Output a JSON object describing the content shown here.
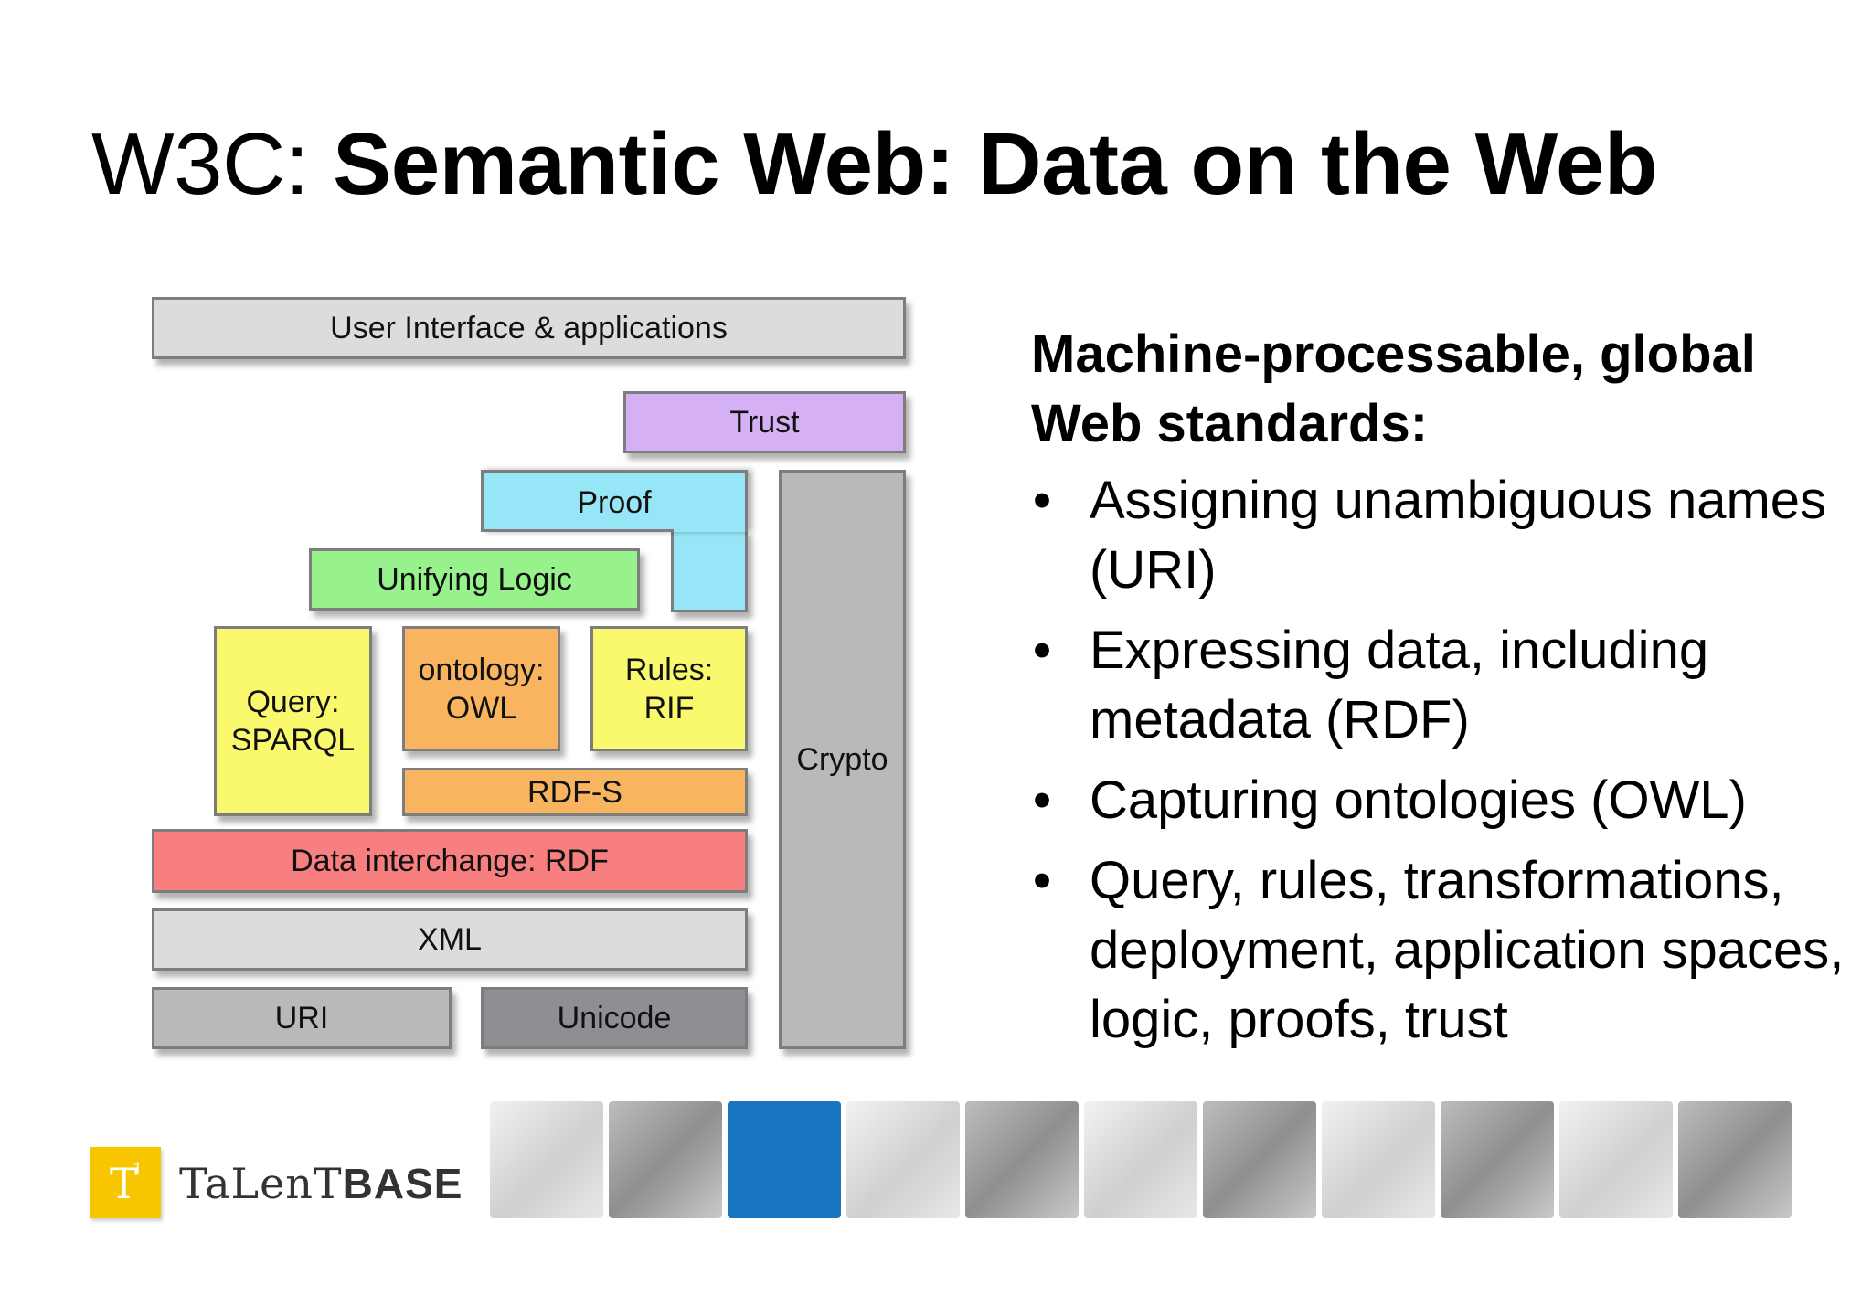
{
  "title": {
    "prefix": "W3C: ",
    "main": "Semantic Web: Data on the Web"
  },
  "stack": {
    "user_interface": "User Interface & applications",
    "trust": "Trust",
    "proof": "Proof",
    "unifying_logic": "Unifying Logic",
    "query": "Query:\nSPARQL",
    "ontology": "ontology:\nOWL",
    "rules": "Rules:\nRIF",
    "rdfs": "RDF-S",
    "rdf": "Data interchange: RDF",
    "xml": "XML",
    "uri": "URI",
    "unicode": "Unicode",
    "crypto": "Crypto"
  },
  "colors": {
    "grey_light": "#dcdcdf",
    "grey_mid": "#b9b9bc",
    "grey_dark": "#8f8f93",
    "purple": "#d6b0f5",
    "cyan": "#97e6f7",
    "green": "#97f28c",
    "yellow": "#faf86c",
    "orange": "#f9b45f",
    "red": "#f77f7f",
    "logo_yellow": "#f7c600",
    "strip_blue": "#1a75c0"
  },
  "text": {
    "heading": "Machine-processable, global Web standards:",
    "bullets": [
      "Assigning unambiguous names (URI)",
      "Expressing data, including metadata (RDF)",
      "Capturing ontologies (OWL)",
      "Query, rules, transformations, deployment, application spaces, logic, proofs, trust"
    ]
  },
  "brand": {
    "name_light": "TaLenT",
    "name_bold": "BASE"
  }
}
